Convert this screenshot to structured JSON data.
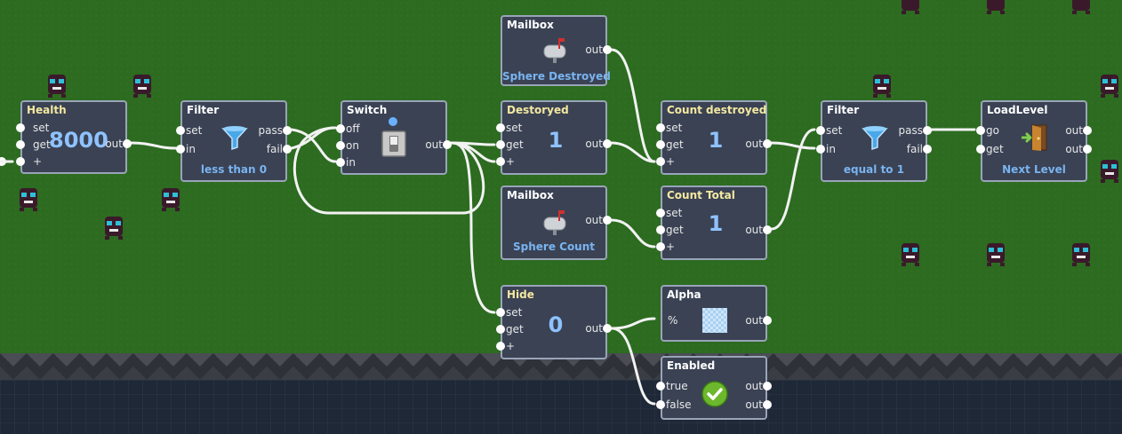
{
  "nodes": {
    "health": {
      "title": "Health",
      "value": "8000",
      "ports_in": [
        "set",
        "get",
        "+"
      ],
      "port_out": "out"
    },
    "filter1": {
      "title": "Filter",
      "ports_in": [
        "set",
        "in"
      ],
      "ports_out": [
        "pass",
        "fail"
      ],
      "subtitle": "less than 0",
      "icon": "funnel-icon"
    },
    "switch": {
      "title": "Switch",
      "ports_in": [
        "off",
        "on",
        "in"
      ],
      "port_out": "out",
      "icon": "toggle-switch-icon"
    },
    "mailbox1": {
      "title": "Mailbox",
      "port_out": "out",
      "subtitle": "Sphere Destroyed",
      "icon": "mailbox-icon"
    },
    "destroyed": {
      "title": "Destoryed",
      "value": "1",
      "ports_in": [
        "set",
        "get",
        "+"
      ],
      "port_out": "out"
    },
    "mailbox2": {
      "title": "Mailbox",
      "port_out": "out",
      "subtitle": "Sphere Count",
      "icon": "mailbox-icon"
    },
    "hide": {
      "title": "Hide",
      "value": "0",
      "ports_in": [
        "set",
        "get",
        "+"
      ],
      "port_out": "out"
    },
    "count_destroyed": {
      "title": "Count destroyed",
      "value": "1",
      "ports_in": [
        "set",
        "get",
        "+"
      ],
      "port_out": "out"
    },
    "count_total": {
      "title": "Count Total",
      "value": "1",
      "ports_in": [
        "set",
        "get",
        "+"
      ],
      "port_out": "out"
    },
    "alpha": {
      "title": "Alpha",
      "port_in": "%",
      "port_out": "out",
      "icon": "transparency-checker-icon"
    },
    "enabled": {
      "title": "Enabled",
      "ports_in": [
        "true",
        "false"
      ],
      "ports_out": [
        "out",
        "out"
      ],
      "icon": "checkmark-icon"
    },
    "filter2": {
      "title": "Filter",
      "ports_in": [
        "set",
        "in"
      ],
      "ports_out": [
        "pass",
        "fail"
      ],
      "subtitle": "equal to 1",
      "icon": "funnel-icon"
    },
    "loadlevel": {
      "title": "LoadLevel",
      "ports_in": [
        "go",
        "get"
      ],
      "ports_out": [
        "out",
        "out"
      ],
      "subtitle": "Next Level",
      "icon": "exit-door-icon"
    }
  },
  "colors": {
    "node_bg": "#3a4254",
    "node_border": "#9aa4b8",
    "value_blue": "#8fc2ff",
    "subtitle_blue": "#7ab4f0",
    "grass": "#2c6b20",
    "wire": "#f2f2f2"
  }
}
